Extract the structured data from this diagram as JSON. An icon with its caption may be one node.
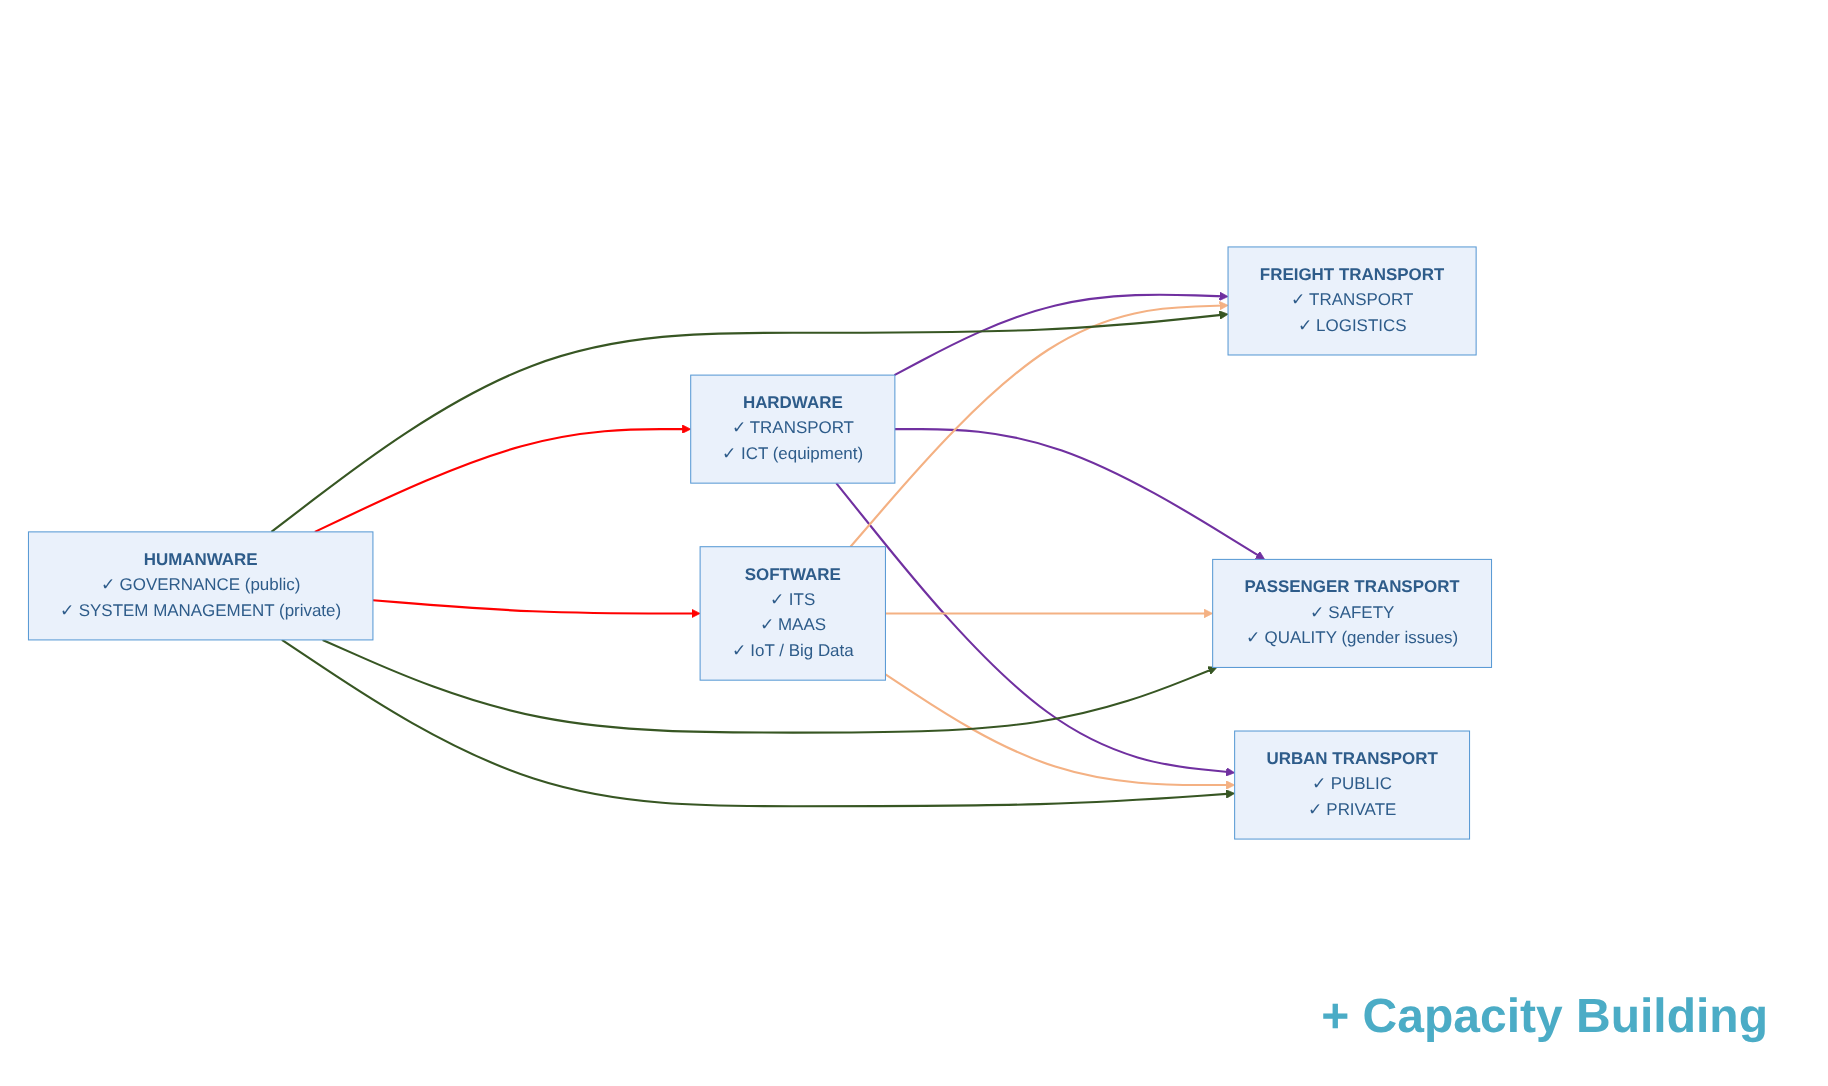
{
  "diagram": {
    "nodes": [
      {
        "text": [
          "HARDWARE",
          "✓ TRANSPORT",
          "✓ ICT (equipment)"
        ]
      },
      {
        "text": [
          "FREIGHT TRANSPORT",
          "✓ TRANSPORT",
          "✓ LOGISTICS"
        ]
      },
      {
        "text": [
          "PASSENGER TRANSPORT",
          "✓ SAFETY",
          "✓ QUALITY (gender issues)"
        ]
      },
      {
        "text": [
          "SOFTWARE",
          "✓ ITS",
          "✓ MAAS",
          "✓ IoT / Big Data"
        ]
      },
      {
        "text": [
          "HUMANWARE",
          "✓ GOVERNANCE (public)",
          "✓ SYSTEM MANAGEMENT (private)"
        ]
      },
      {
        "text": [
          "URBAN TRANSPORT",
          "✓ PUBLIC",
          "✓ PRIVATE"
        ]
      }
    ],
    "edges": [
      {
        "from": 0,
        "to": 1,
        "arrow": "to",
        "color": "#7030a0"
      },
      {
        "from": 0,
        "to": 2,
        "arrow": "to",
        "color": "#7030a0"
      },
      {
        "from": 0,
        "to": 5,
        "arrow": "to",
        "color": "#7030a0"
      },
      {
        "from": 3,
        "to": 1,
        "arrow": "to",
        "color": "#f4b183"
      },
      {
        "from": 3,
        "to": 2,
        "arrow": "to",
        "color": "#f4b183"
      },
      {
        "from": 3,
        "to": 5,
        "arrow": "to",
        "color": "#f4b183"
      },
      {
        "from": 4,
        "to": 1,
        "arrow": "to",
        "color": "#375623"
      },
      {
        "from": 4,
        "to": 2,
        "arrow": "to",
        "color": "#375623"
      },
      {
        "from": 4,
        "to": 5,
        "arrow": "to",
        "color": "#375623"
      },
      {
        "from": 4,
        "to": 0,
        "arrow": "to",
        "color": "#ff0000"
      },
      {
        "from": 4,
        "to": 3,
        "arrow": "to",
        "color": "#ff0000"
      }
    ],
    "labels": [
      "+ Capacity Building"
    ]
  }
}
